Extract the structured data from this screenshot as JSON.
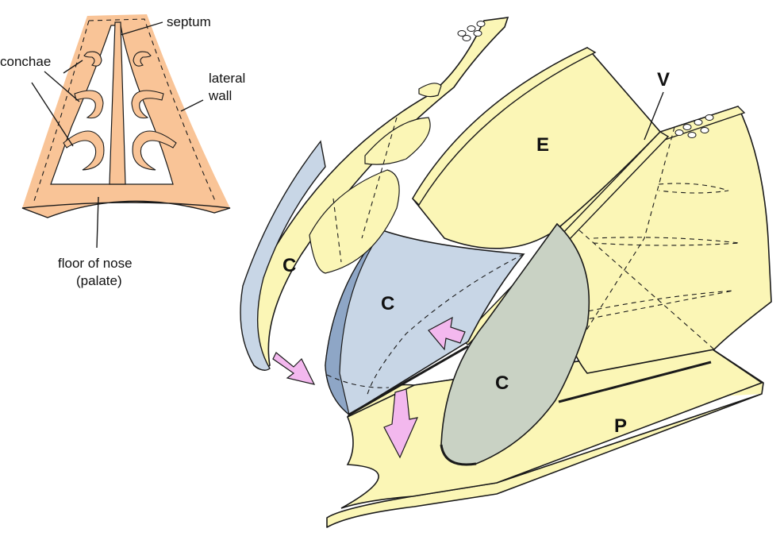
{
  "colors": {
    "skin": "#f9c497",
    "bone": "#fbf6b6",
    "concha_blue": "#c8d6e6",
    "concha_blue_dark": "#8ea6c6",
    "concha_grey": "#c9d2c4",
    "arrow": "#f3b8ee",
    "ink": "#1a1a1a"
  },
  "inset_labels": {
    "septum": "septum",
    "conchae": "conchae",
    "lateral_wall_1": "lateral",
    "lateral_wall_2": "wall",
    "floor_1": "floor of nose",
    "floor_2": "(palate)"
  },
  "main_labels": {
    "c1": "C",
    "c2": "C",
    "c3": "C",
    "e": "E",
    "v": "V",
    "p": "P"
  },
  "icons": [
    "arrow-icon",
    "arrow-icon",
    "arrow-icon"
  ]
}
